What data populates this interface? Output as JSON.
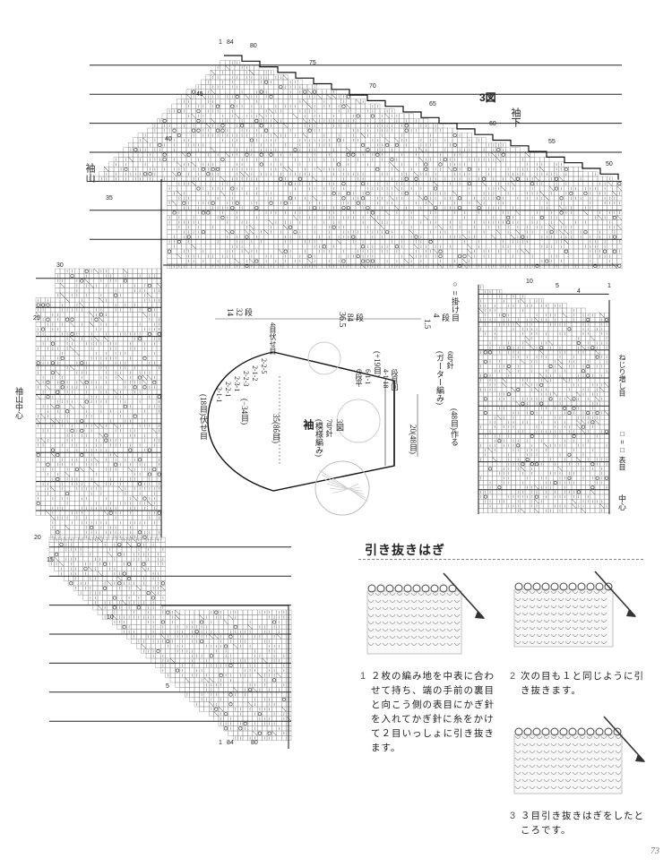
{
  "labels": {
    "figure_no": "3図",
    "sleeve_cap": "袖山",
    "underarm": "袖下",
    "cap_center": "袖山中心",
    "center": "中心",
    "sleeve": "袖",
    "pattern": "(模様編み)",
    "needle_7": "7号針",
    "fig_ref": "3図",
    "bindoff_18": "(18目)伏せ目",
    "seq1": "2-1-1",
    "seq2": "2-2-1",
    "seq3": "2-3-1",
    "seq4": "2-2-3",
    "seq5": "2-1-2",
    "seq6": "2-2-5",
    "seq7": "4目伏せ目",
    "minus34": "(−34目)",
    "dim_36_5": "36.5",
    "dim_84": "84",
    "dim_rows": "段",
    "dim_14": "14",
    "dim_32": "32",
    "dim_rows2": "段",
    "dim_35": "35(86目)",
    "plus19": "(+19目)",
    "inc_6": "6段平",
    "inc_7": "6-1-1",
    "inc_8": "4-1-18",
    "inc_9": "段目回",
    "dim_20": "20(48目)",
    "make_48": "(48目)作る",
    "garter": "(ガーター編み)",
    "needle_6": "6号針",
    "dim_1_5": "1.5",
    "dim_4": "4",
    "dim_rows3": "段",
    "legend_yo": "○ = 掛け目",
    "legend_k": "□ = □ 表目",
    "legend_twist": "ねじり増し目"
  },
  "chart_marks": {
    "top_left_a": "1",
    "top_left_b": "84",
    "top_left_c": "80",
    "r75": "75",
    "r70": "70",
    "r65": "65",
    "r60": "60",
    "r55": "55",
    "r50": "50",
    "r45": "45",
    "r40": "40",
    "r35": "35",
    "r30": "30",
    "r25": "25",
    "r20": "20",
    "r15": "15",
    "r10": "10",
    "r5": "5",
    "bottom_a": "1",
    "bottom_b": "84",
    "bottom_c": "80",
    "small_a": "5",
    "small_b": "4",
    "small_c": "1",
    "small_d": "10"
  },
  "technique": {
    "title": "引き抜きはぎ",
    "step1_no": "1",
    "step1_lines": [
      "２枚の編み地を中表に合わ",
      "せて持ち、端の手前の裏目",
      "と向こう側の表目にかぎ針",
      "を入れてかぎ針に糸をかけ",
      "て２目いっしょに引き抜き",
      "ます。"
    ],
    "step2_no": "2",
    "step2_lines": [
      "次の目も１と同じように引",
      "き抜きます。"
    ],
    "step3_no": "3",
    "step3_lines": [
      "３目引き抜きはぎをしたと",
      "ころです。"
    ]
  },
  "page_number": "73"
}
